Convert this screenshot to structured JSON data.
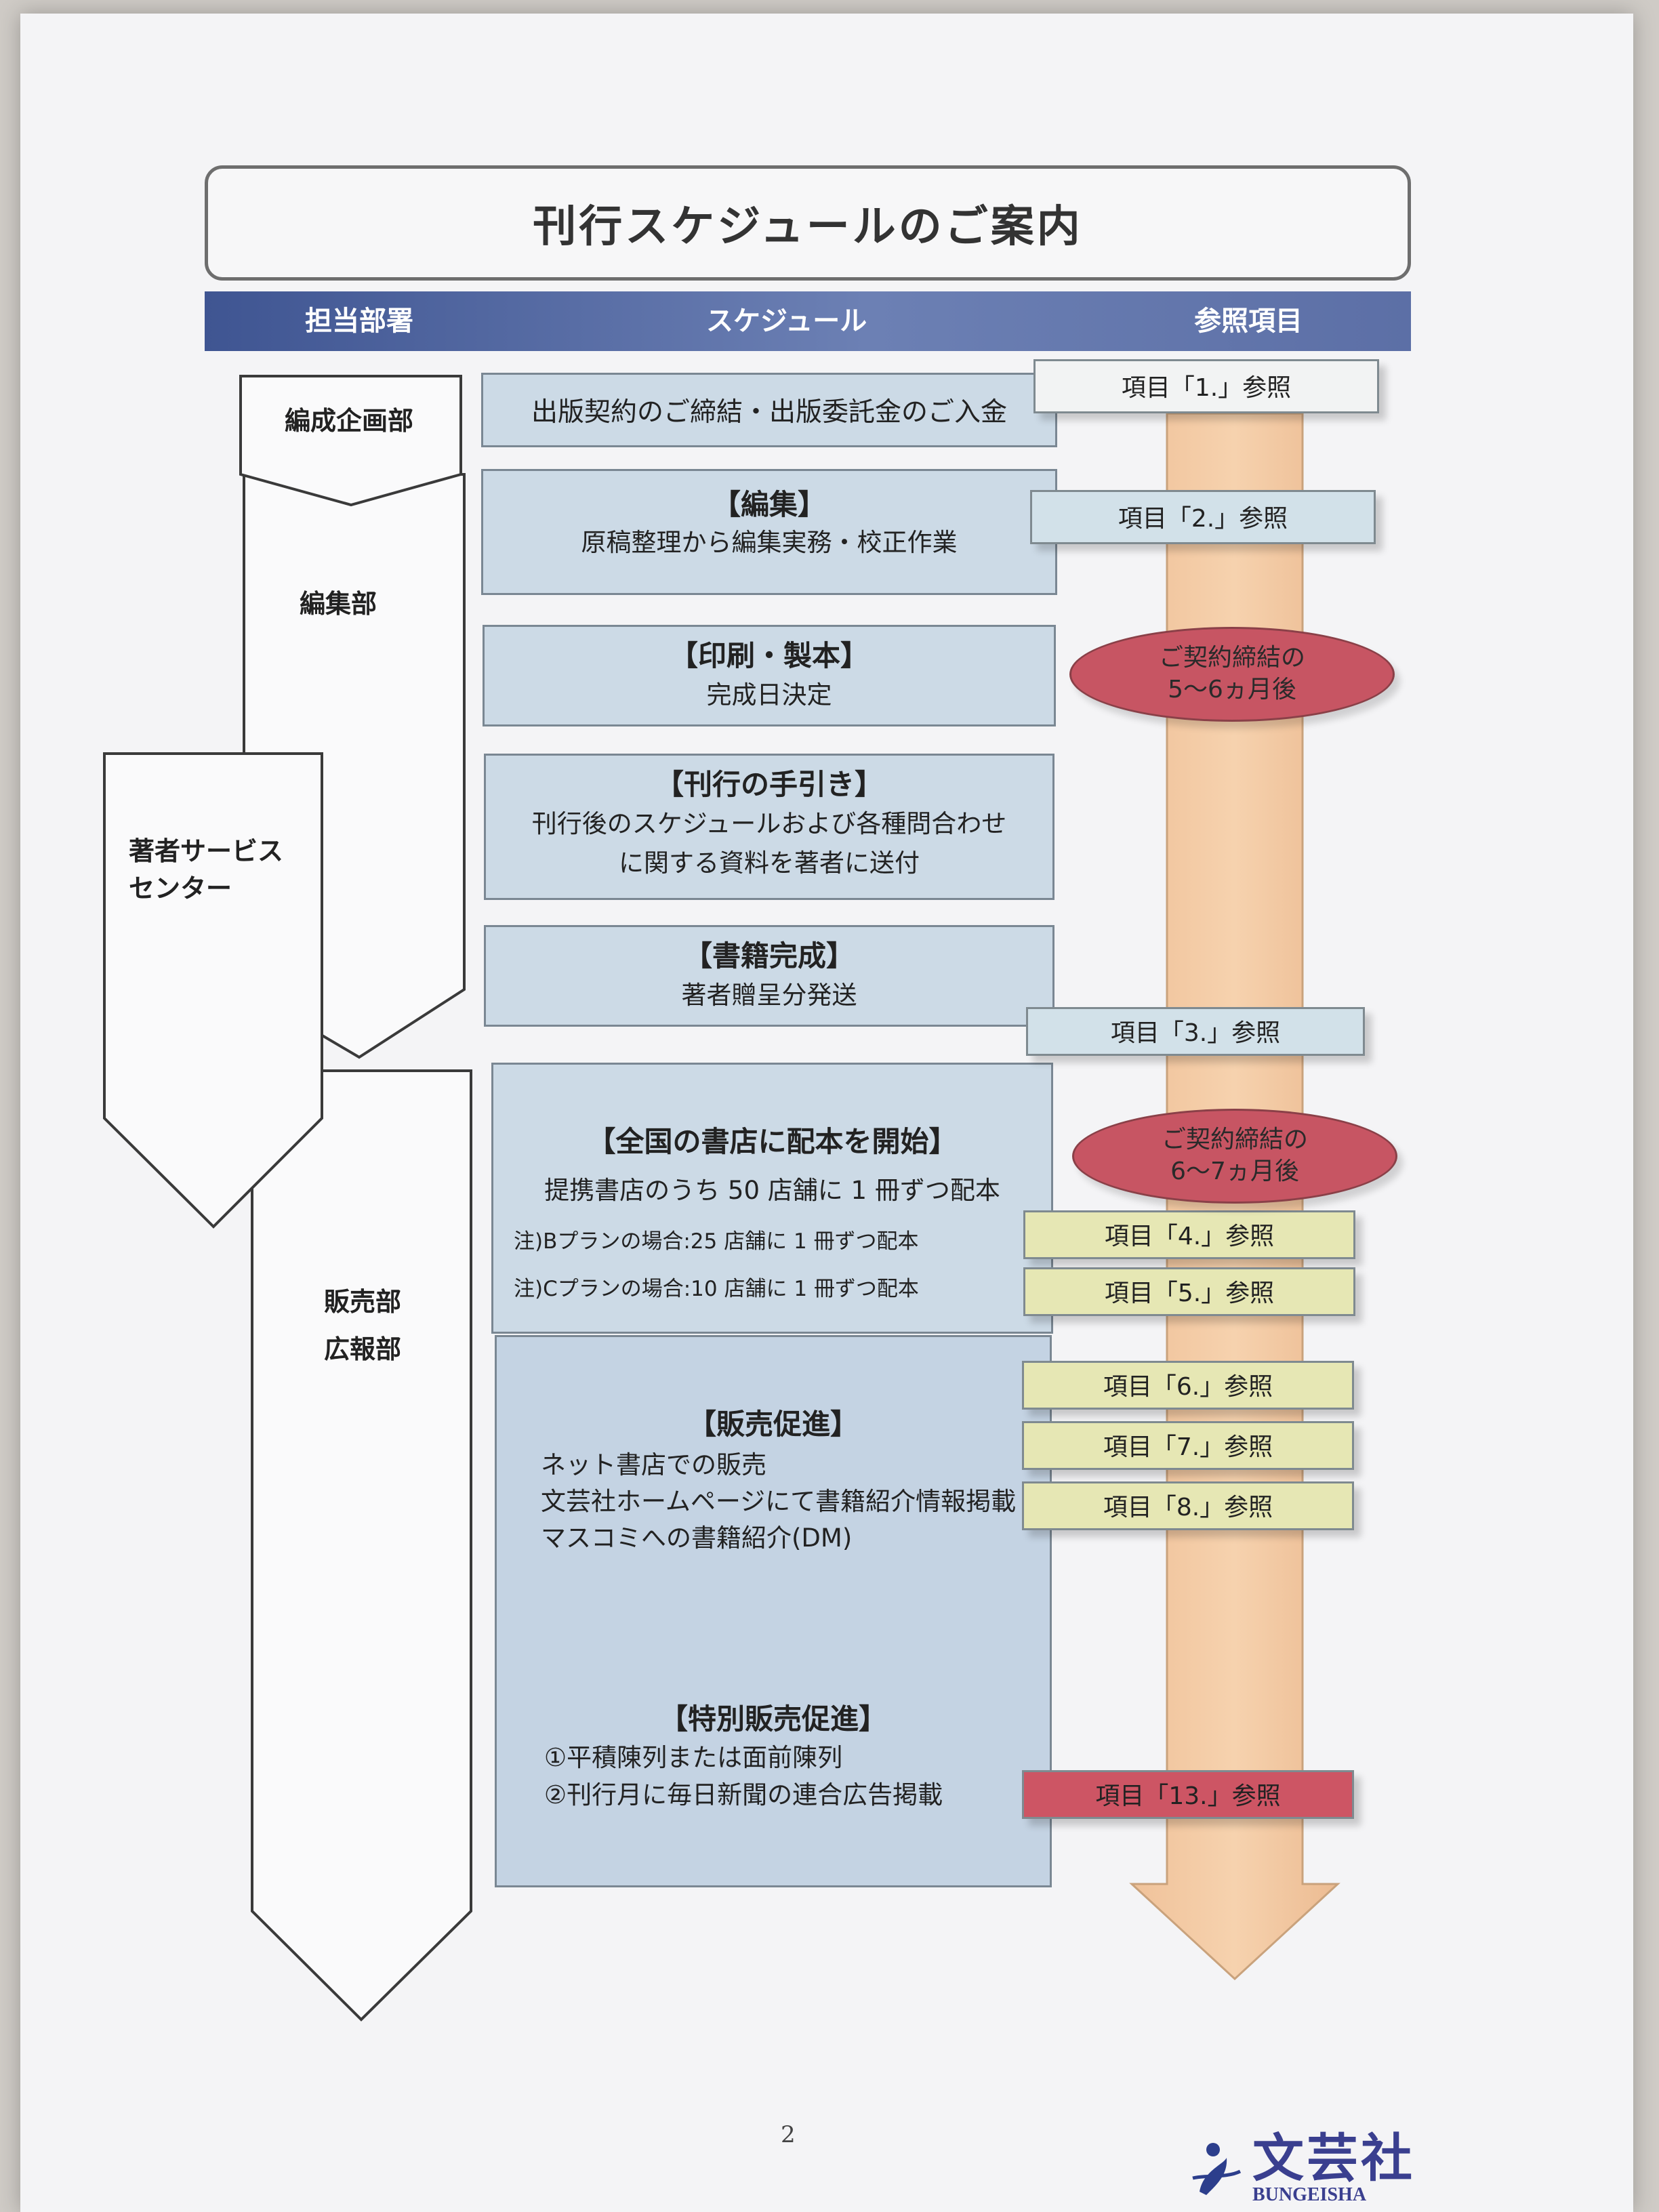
{
  "title": "刊行スケジュールのご案内",
  "header": {
    "dept": "担当部署",
    "schedule": "スケジュール",
    "reference": "参照項目"
  },
  "departments": {
    "planning": "編成企画部",
    "editing": "編集部",
    "author_service": [
      "著者サービス",
      "センター"
    ],
    "sales": [
      "販売部",
      "広報部"
    ]
  },
  "steps": {
    "contract": "出版契約のご締結・出版委託金のご入金",
    "editing": {
      "title": "【編集】",
      "lines": [
        "原稿整理から編集実務・校正作業"
      ]
    },
    "printing": {
      "title": "【印刷・製本】",
      "lines": [
        "完成日決定"
      ]
    },
    "guide": {
      "title": "【刊行の手引き】",
      "lines": [
        "刊行後のスケジュールおよび各種問合わせ",
        "に関する資料を著者に送付"
      ]
    },
    "complete": {
      "title": "【書籍完成】",
      "lines": [
        "著者贈呈分発送"
      ]
    },
    "distribution": {
      "title": "【全国の書店に配本を開始】",
      "line1": "提携書店のうち 50 店舗に 1 冊ずつ配本",
      "note1": "注)Bプランの場合:25 店舗に 1 冊ずつ配本",
      "note2": "注)Cプランの場合:10 店舗に 1 冊ずつ配本"
    },
    "promotion": {
      "title": "【販売促進】",
      "lines": [
        "ネット書店での販売",
        "文芸社ホームページにて書籍紹介情報掲載",
        "マスコミへの書籍紹介(DM)"
      ]
    },
    "special": {
      "title": "【特別販売促進】",
      "lines": [
        "①平積陳列または面前陳列",
        "②刊行月に毎日新聞の連合広告掲載"
      ]
    }
  },
  "refs": [
    "項目「1.」参照",
    "項目「2.」参照",
    "項目「3.」参照",
    "項目「4.」参照",
    "項目「5.」参照",
    "項目「6.」参照",
    "項目「7.」参照",
    "項目「8.」参照",
    "項目「13.」参照"
  ],
  "milestones": [
    [
      "ご契約締結の",
      "5～6ヵ月後"
    ],
    [
      "ご契約締結の",
      "6～7ヵ月後"
    ]
  ],
  "page_number": "2",
  "logo": {
    "name": "文芸社",
    "roman": "BUNGEISHA"
  },
  "colors": {
    "header_blue": "#4a5f9a",
    "box_blue": "#ccdae6",
    "timeline_orange": "#f2c9a0",
    "milestone_red": "#c75563",
    "ref_yellow": "#e6e7b4",
    "ref_red": "#cd5564"
  }
}
